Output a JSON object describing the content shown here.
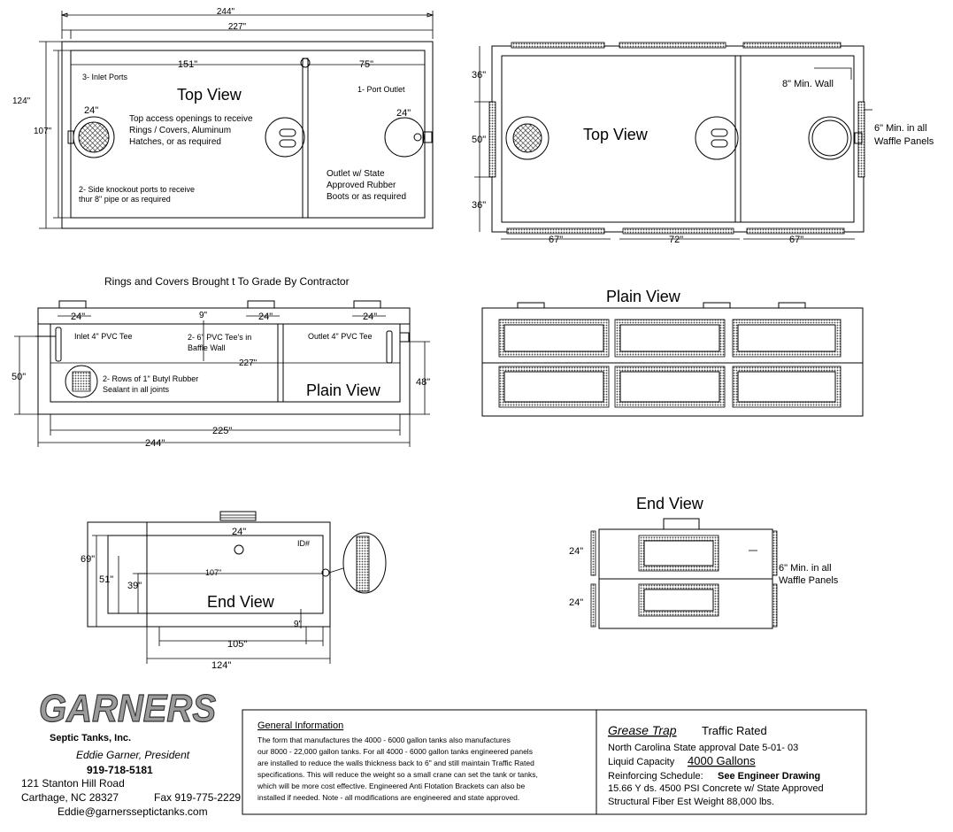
{
  "top_view_left": {
    "dim_total": "244\"",
    "dim_inner": "227\"",
    "dim_height": "124\"",
    "dim_inner_height": "107\"",
    "dim_left_compartment": "151\"",
    "dim_right_compartment": "75\"",
    "inlet_ports": "3- Inlet Ports",
    "title": "Top View",
    "outlet_port": "1- Port Outlet",
    "ring_left": "24\"",
    "ring_right": "24\"",
    "access_text_1": "Top access openings to receive",
    "access_text_2": "Rings / Covers, Aluminum",
    "access_text_3": "Hatches, or as required",
    "knockout_1": "2- Side knockout ports to receive",
    "knockout_2": "thur 8\" pipe or as required",
    "outlet_text_1": "Outlet w/ State",
    "outlet_text_2": "Approved Rubber",
    "outlet_text_3": "Boots or as required"
  },
  "top_view_right": {
    "title": "Top View",
    "dim_top": "36\"",
    "dim_mid": "50\"",
    "dim_bottom": "36\"",
    "min_wall": "8\" Min. Wall",
    "waffle_1": "6\" Min. in all",
    "waffle_2": "Waffle Panels",
    "dim_b1": "67\"",
    "dim_b2": "72\"",
    "dim_b3": "67\""
  },
  "plain_view_left": {
    "header": "Rings and Covers Brought t To Grade By Contractor",
    "ring_1": "24\"",
    "ring_2": "24\"",
    "ring_3": "24\"",
    "dim_9": "9\"",
    "inlet": "Inlet 4\" PVC Tee",
    "baffle_1": "2- 6\" PVC Tee's in",
    "baffle_2": "Baffle Wall",
    "outlet": "Outlet 4\" PVC Tee",
    "dim_inner": "227\"",
    "butyl_1": "2- Rows of 1\" Butyl Rubber",
    "butyl_2": "Sealant in all joints",
    "title": "Plain View",
    "dim_50": "50\"",
    "dim_48": "48\"",
    "dim_225": "225\"",
    "dim_244": "244\""
  },
  "plain_view_right": {
    "title": "Plain View"
  },
  "end_view_left": {
    "ring": "24\"",
    "id": "ID#",
    "dim_69": "69\"",
    "dim_51": "51\"",
    "dim_39": "39\"",
    "dim_107": "107\"",
    "title": "End View",
    "dim_9": "9\"",
    "dim_105": "105\"",
    "dim_124": "124\""
  },
  "end_view_right": {
    "title": "End View",
    "dim_24a": "24\"",
    "dim_24b": "24\"",
    "waffle_1": "6\" Min. in all",
    "waffle_2": "Waffle Panels"
  },
  "company": {
    "logo": "GARNERS",
    "sub": "Septic Tanks, Inc.",
    "person": "Eddie Garner, President",
    "phone": "919-718-5181",
    "addr1": "121 Stanton Hill Road",
    "addr2": "Carthage, NC 28327",
    "fax": "Fax 919-775-2229",
    "email": "Eddie@garnersseptictanks.com"
  },
  "info": {
    "heading": "General Information",
    "l1": "The form that manufactures the 4000 - 6000 gallon tanks also manufactures",
    "l2": "our 8000 - 22,000 gallon tanks. For all 4000 - 6000 gallon tanks engineered panels",
    "l3": "are installed to reduce the walls thickness back to 6\" and still maintain Traffic Rated",
    "l4": "specifications. This will reduce the weight so a small crane can set the tank or tanks,",
    "l5": "which will be more cost effective. Engineered  Anti Flotation Brackets can also be",
    "l6": "installed if needed. Note - all modifications are engineered and state approved."
  },
  "spec": {
    "product": "Grease Trap",
    "rated": "Traffic Rated",
    "approval": "North Carolina State approval Date  5-01- 03",
    "capacity_label": "Liquid Capacity",
    "capacity_value": "4000 Gallons",
    "reinf_label": "Reinforcing Schedule:",
    "reinf_value": "See Engineer Drawing",
    "concrete": "15.66 Y ds. 4500 PSI Concrete w/ State Approved",
    "fiber": "Structural Fiber  Est Weight 88,000 lbs."
  }
}
